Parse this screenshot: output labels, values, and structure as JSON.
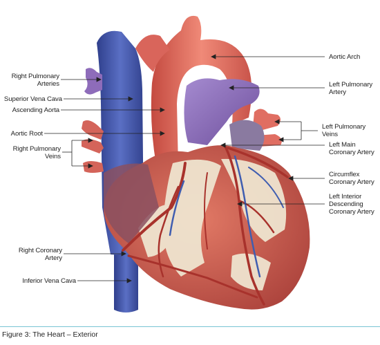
{
  "labels": {
    "right_pulmonary_arteries": "Right Pulmonary\nArteries",
    "superior_vena_cava": "Superior Vena Cava",
    "ascending_aorta": "Ascending Aorta",
    "aortic_root": "Aortic Root",
    "right_pulmonary_veins": "Right Pulmonary\nVeins",
    "right_coronary_artery": "Right Coronary\nArtery",
    "inferior_vena_cava": "Inferior Vena Cava",
    "aortic_arch": "Aortic Arch",
    "left_pulmonary_artery": "Left Pulmonary\nArtery",
    "left_pulmonary_veins": "Left Pulmonary\nVeins",
    "left_main_coronary_artery": "Left Main\nCoronary Artery",
    "circumflex_coronary_artery": "Circumflex\nCoronary Artery",
    "left_interior_descending_coronary_artery": "Left Interior\nDescending\nCoronary Artery"
  },
  "caption": {
    "figure": "Figure 3:",
    "title": "The Heart – Exterior"
  },
  "colors": {
    "vein_blue": "#4a5fb0",
    "aorta_red": "#e2685a",
    "pulmonary_purple": "#8b6bb5",
    "heart_muscle": "#c9564a",
    "fat_cream": "#efe4cf",
    "caption_rule": "#78c4d4"
  }
}
